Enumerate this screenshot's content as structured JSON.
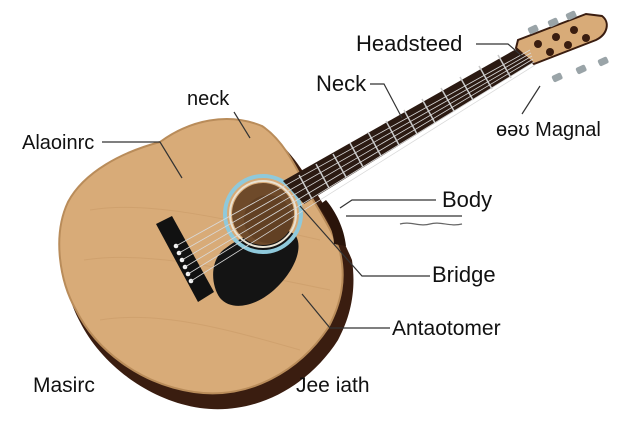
{
  "labels": {
    "headstock": "Headsteed",
    "neck_top": "Neck",
    "neck_left": "neck",
    "magnet": "ɵəʊ Magnal",
    "left": "Alaoinrc",
    "body": "Body",
    "bridge": "Bridge",
    "anatomy": "Antaotomer",
    "bottom_left": "Masirc",
    "bottom_mid": "Jee iath"
  },
  "colors": {
    "wood": "#d8ab78",
    "wood_edge": "#b98c5a",
    "binding": "#3a1d10",
    "fretboard": "#2b1a12",
    "pickguard": "#141414",
    "rosette": "#8fc9db",
    "tuner": "#9aa4a8",
    "leader": "#333333"
  },
  "icons": {
    "guitar": "acoustic-guitar-icon"
  }
}
